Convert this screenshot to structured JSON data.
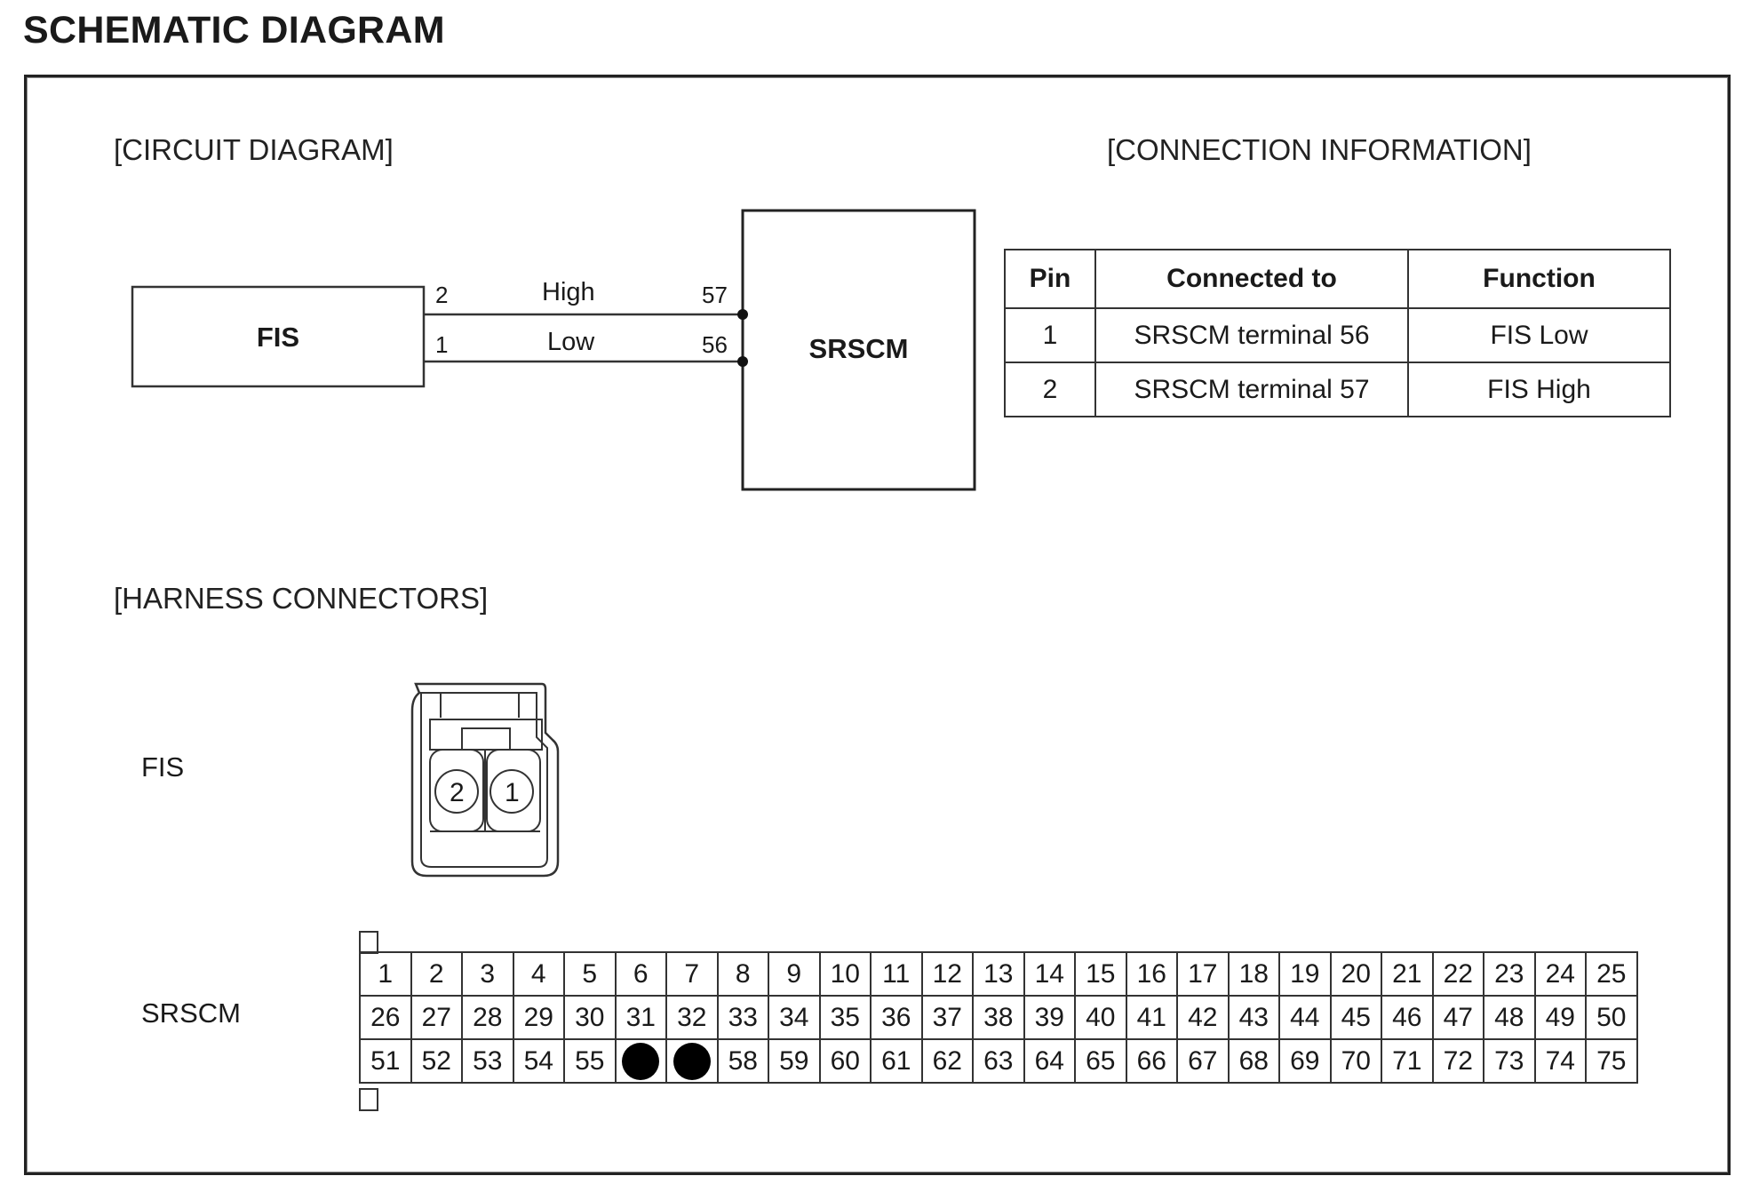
{
  "page_title": "SCHEMATIC DIAGRAM",
  "circuit": {
    "label": "[CIRCUIT DIAGRAM]",
    "left_box": "FIS",
    "right_box": "SRSCM",
    "wires": [
      {
        "left_pin": "2",
        "signal": "High",
        "right_pin": "57"
      },
      {
        "left_pin": "1",
        "signal": "Low",
        "right_pin": "56"
      }
    ]
  },
  "connection_info": {
    "label": "[CONNECTION INFORMATION]",
    "headers": [
      "Pin",
      "Connected to",
      "Function"
    ],
    "rows": [
      [
        "1",
        "SRSCM terminal 56",
        "FIS Low"
      ],
      [
        "2",
        "SRSCM terminal 57",
        "FIS High"
      ]
    ]
  },
  "harness": {
    "label": "[HARNESS CONNECTORS]",
    "fis_label": "FIS",
    "fis_pins": [
      "2",
      "1"
    ],
    "srscm_label": "SRSCM",
    "srscm_rows": [
      [
        "1",
        "2",
        "3",
        "4",
        "5",
        "6",
        "7",
        "8",
        "9",
        "10",
        "11",
        "12",
        "13",
        "14",
        "15",
        "16",
        "17",
        "18",
        "19",
        "20",
        "21",
        "22",
        "23",
        "24",
        "25"
      ],
      [
        "26",
        "27",
        "28",
        "29",
        "30",
        "31",
        "32",
        "33",
        "34",
        "35",
        "36",
        "37",
        "38",
        "39",
        "40",
        "41",
        "42",
        "43",
        "44",
        "45",
        "46",
        "47",
        "48",
        "49",
        "50"
      ],
      [
        "51",
        "52",
        "53",
        "54",
        "55",
        "",
        "",
        "58",
        "59",
        "60",
        "61",
        "62",
        "63",
        "64",
        "65",
        "66",
        "67",
        "68",
        "69",
        "70",
        "71",
        "72",
        "73",
        "74",
        "75"
      ]
    ],
    "used_terminals": [
      "56",
      "57"
    ]
  }
}
